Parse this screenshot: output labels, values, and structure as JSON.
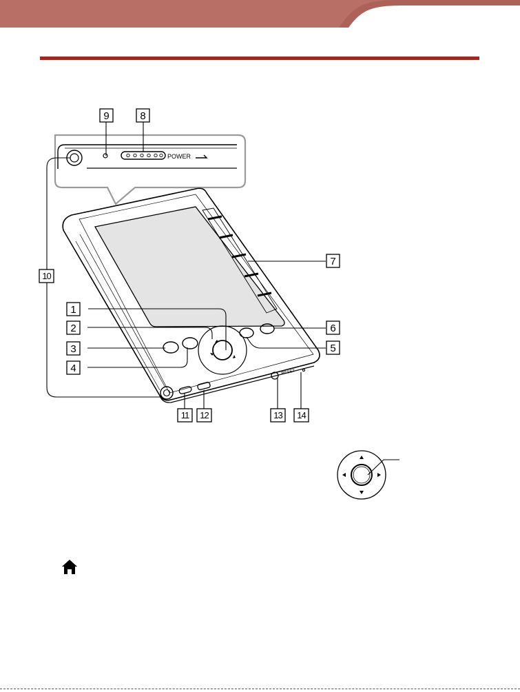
{
  "colors": {
    "header_band": "#b76f66",
    "header_tab": "#a6584f",
    "rule": "#9b2a22",
    "screen_fill": "#e4e4e4",
    "body_stroke": "#000000"
  },
  "top_detail": {
    "power_label": "POWER"
  },
  "device": {
    "reset_label": "RESET"
  },
  "callouts": [
    {
      "number": "1"
    },
    {
      "number": "2"
    },
    {
      "number": "3"
    },
    {
      "number": "4"
    },
    {
      "number": "5"
    },
    {
      "number": "6"
    },
    {
      "number": "7"
    },
    {
      "number": "8"
    },
    {
      "number": "9"
    },
    {
      "number": "10"
    },
    {
      "number": "11"
    },
    {
      "number": "12"
    },
    {
      "number": "13"
    },
    {
      "number": "14"
    }
  ],
  "icons": {
    "home": "home-icon"
  }
}
